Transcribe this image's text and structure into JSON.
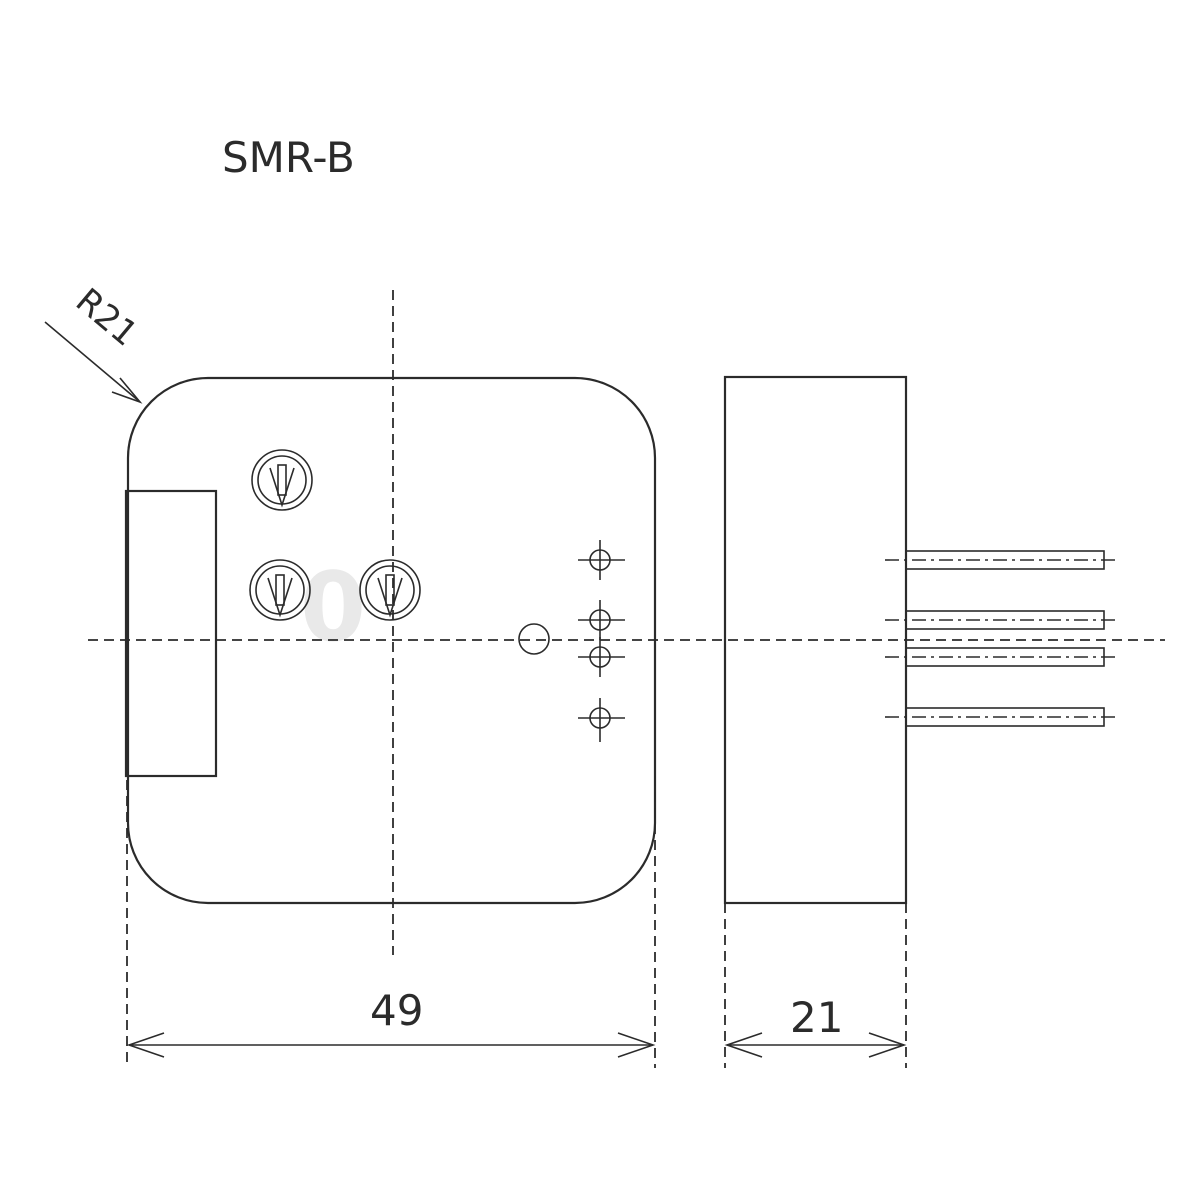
{
  "title": "SMR-B",
  "radius_label": "R21",
  "width_label": "49",
  "depth_label": "21",
  "watermark": "0"
}
